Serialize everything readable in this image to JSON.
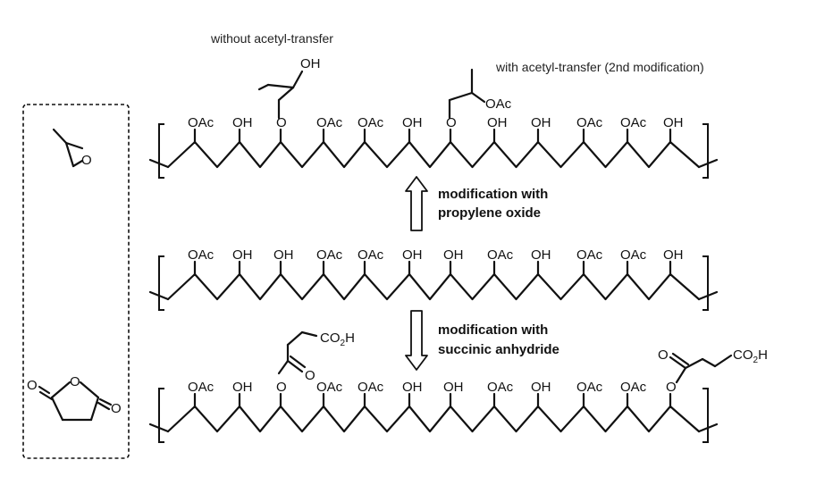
{
  "groups": {
    "oac": "OAc",
    "oh": "OH",
    "o": "O",
    "co2h_main": "CO",
    "co2h_sub": "2",
    "co2h_tail": "H"
  },
  "labels": {
    "without_transfer": "without acetyl-transfer",
    "with_transfer": "with acetyl-transfer (2nd modification)",
    "mod_po_line1": "modification with",
    "mod_po_line2": "propylene oxide",
    "mod_sa_line1": "modification with",
    "mod_sa_line2": "succinic anhydride"
  },
  "chains": {
    "top": [
      "OAc",
      "OH",
      "O",
      "OAc",
      "OAc",
      "OH",
      "O",
      "OH",
      "OH",
      "OAc",
      "OAc",
      "OH"
    ],
    "middle": [
      "OAc",
      "OH",
      "OH",
      "OAc",
      "OAc",
      "OH",
      "OH",
      "OAc",
      "OH",
      "OAc",
      "OAc",
      "OH"
    ],
    "bottom": [
      "OAc",
      "OH",
      "O",
      "OAc",
      "OAc",
      "OH",
      "OH",
      "OAc",
      "OH",
      "OAc",
      "OAc",
      "O"
    ]
  }
}
